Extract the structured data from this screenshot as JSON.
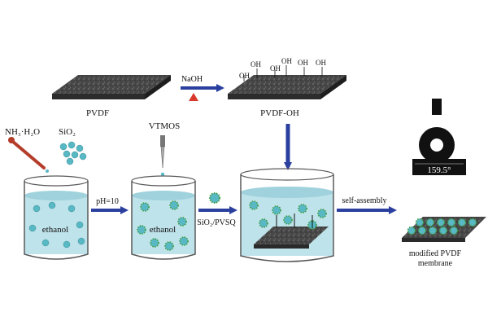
{
  "labels": {
    "pvdf": "PVDF",
    "naoh": "NaOH",
    "pvdf_oh": "PVDF-OH",
    "oh": "OH",
    "nh3_h2o": "NH₃·H₂O",
    "sio2": "SiO₂",
    "vtmos": "VTMOS",
    "ph": "pH=10",
    "ethanol_1": "ethanol",
    "ethanol_2": "ethanol",
    "sio2_pvsq": "SiO₂/PVSQ",
    "self_assembly": "self-assembly",
    "modified_line1": "modified PVDF",
    "modified_line2": "membrane",
    "contact_angle": "159.5°"
  },
  "colors": {
    "arrow": "#2b3f9e",
    "water": "#bfe3ea",
    "water_dark": "#9fd2dc",
    "beaker": "#5a5a5a",
    "membrane": "#3e3e3e",
    "particle": "#58b8c4",
    "particle_green": "#3f9a45",
    "heater": "#d9392b"
  }
}
